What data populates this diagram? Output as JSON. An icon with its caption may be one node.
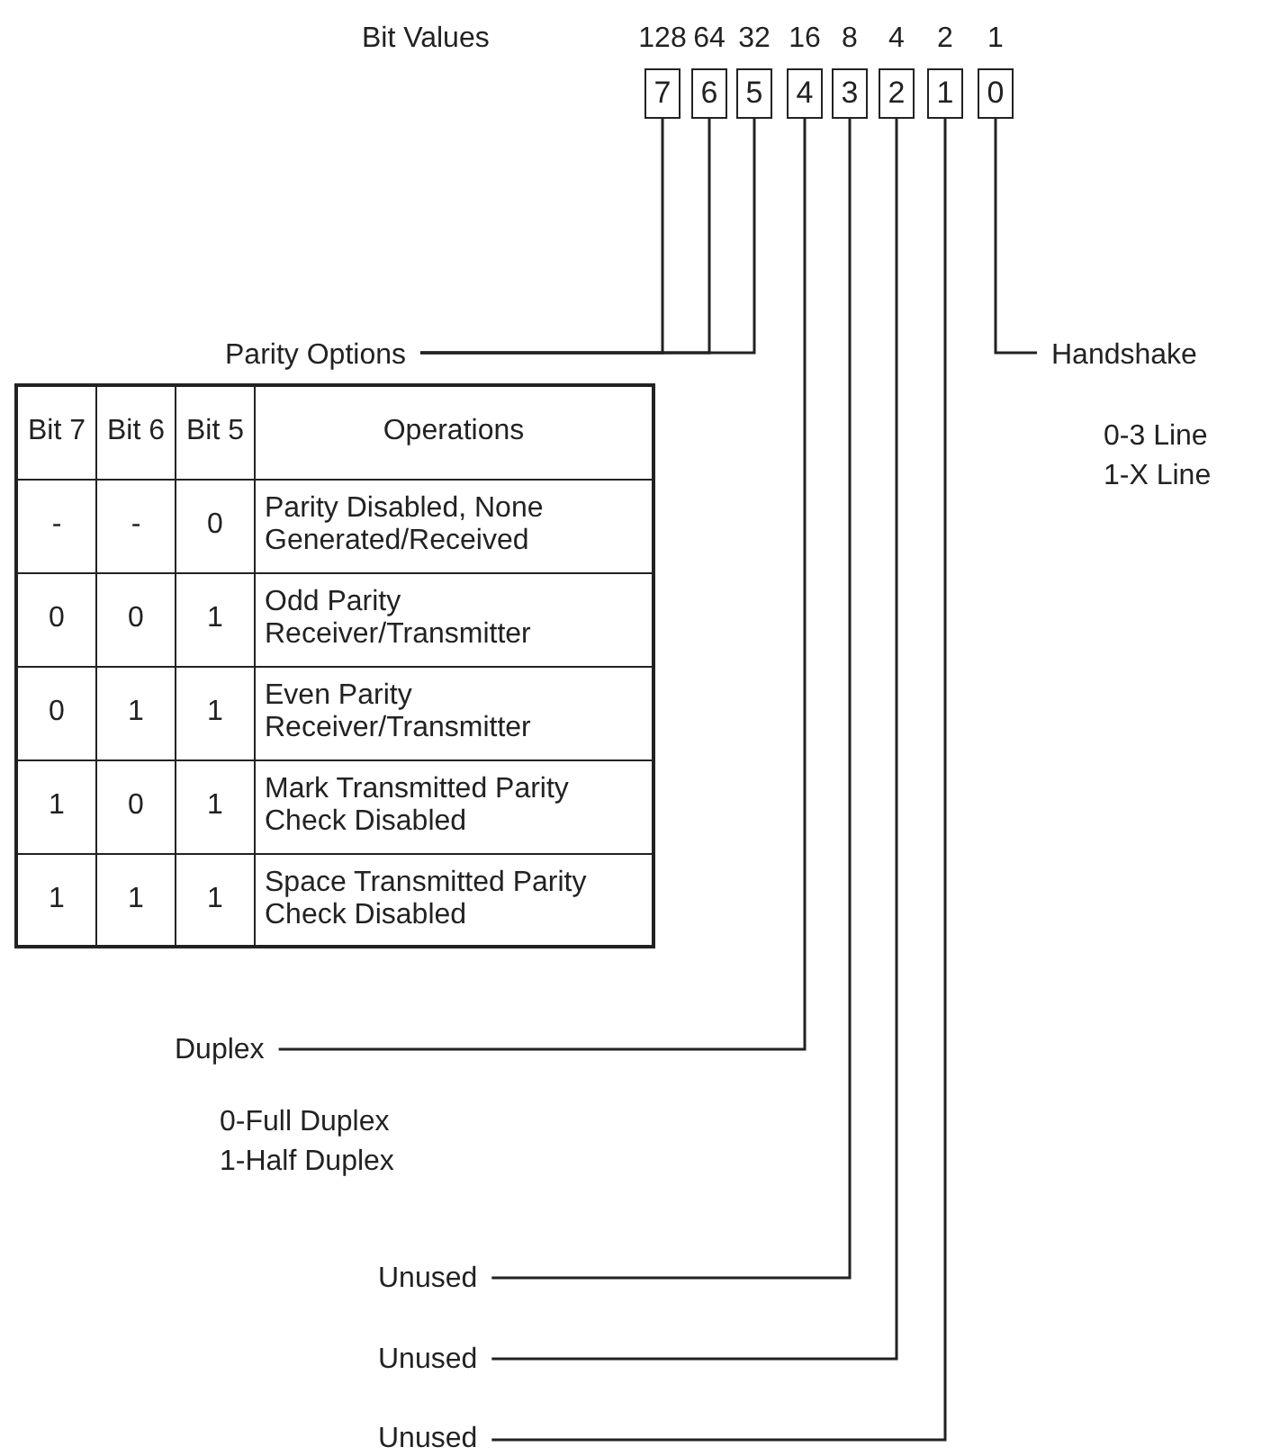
{
  "diagram": {
    "nodes": [
      {
        "text": [
          "7"
        ]
      },
      {
        "text": [
          "6"
        ]
      },
      {
        "text": [
          "5"
        ]
      },
      {
        "text": [
          "4"
        ]
      },
      {
        "text": [
          "3"
        ]
      },
      {
        "text": [
          "2"
        ]
      },
      {
        "text": [
          "1"
        ]
      },
      {
        "text": [
          "0"
        ]
      },
      {
        "text": [
          "Parity Options"
        ]
      },
      {
        "text": [
          "Handshake"
        ],
        "beside": [
          "0-3 Line",
          "1-X Line"
        ]
      },
      {
        "text": [
          "Duplex"
        ],
        "beside": [
          "0-Full Duplex",
          "1-Half Duplex"
        ]
      },
      {
        "text": [
          "Unused"
        ]
      },
      {
        "text": [
          "Unused"
        ]
      },
      {
        "text": [
          "Unused"
        ]
      }
    ],
    "edges": [
      {
        "from": 0,
        "to": 8,
        "arrow": "none"
      },
      {
        "from": 1,
        "to": 8,
        "arrow": "none"
      },
      {
        "from": 2,
        "to": 8,
        "arrow": "none"
      },
      {
        "from": 7,
        "to": 9,
        "arrow": "none"
      },
      {
        "from": 3,
        "to": 10,
        "arrow": "none"
      },
      {
        "from": 4,
        "to": 11,
        "arrow": "none"
      },
      {
        "from": 5,
        "to": 12,
        "arrow": "none"
      },
      {
        "from": 6,
        "to": 13,
        "arrow": "none"
      }
    ],
    "labels": [
      "Bit Values",
      "128",
      "64",
      "32",
      "16",
      "8",
      "4",
      "2",
      "1",
      "Bit 7",
      "Bit 6",
      "Bit 5",
      "Operations",
      "-",
      "-",
      "0",
      "Parity Disabled, None Generated/Received",
      "0",
      "0",
      "1",
      "Odd Parity Receiver/Transmitter",
      "0",
      "1",
      "1",
      "Even Parity Receiver/Transmitter",
      "1",
      "0",
      "1",
      "Mark Transmitted Parity Check Disabled",
      "1",
      "1",
      "1",
      "Space Transmitted Parity Check Disabled"
    ]
  }
}
